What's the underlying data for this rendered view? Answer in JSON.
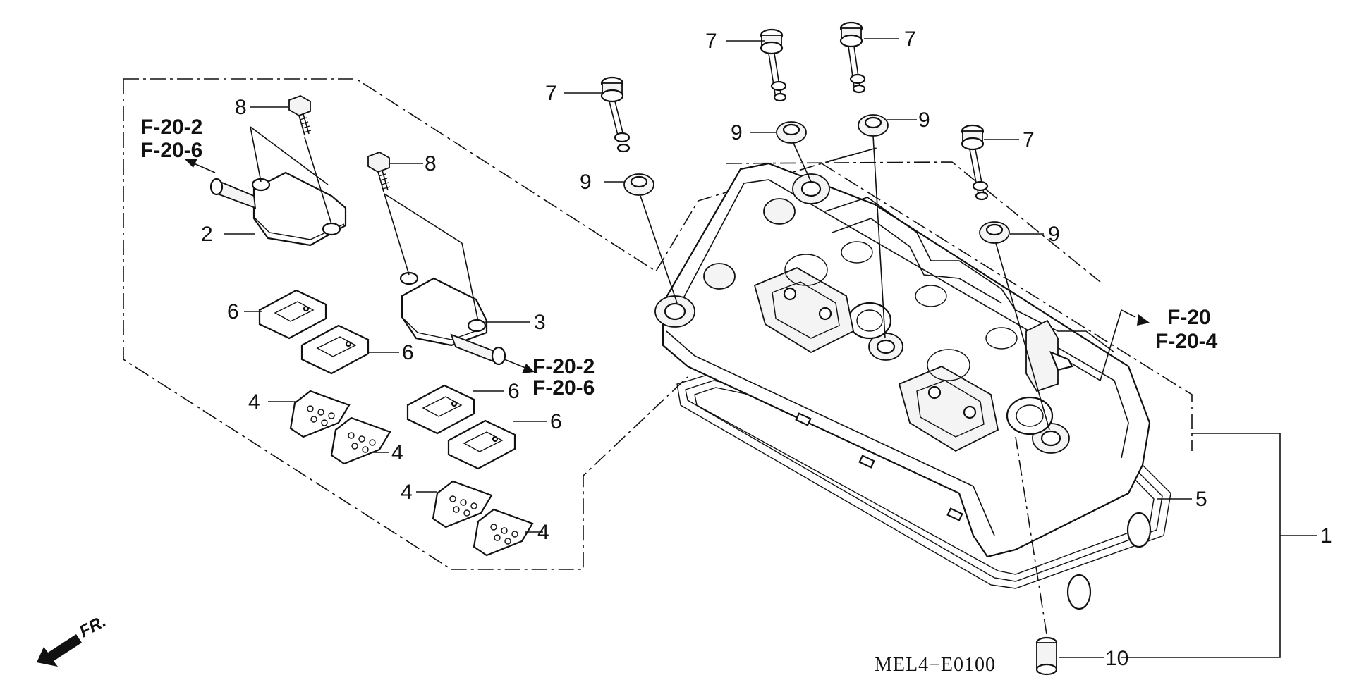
{
  "diagram_code": "MEL4−E0100",
  "front_label": "FR.",
  "references": {
    "upper_left_1": "F-20-2",
    "upper_left_2": "F-20-6",
    "middle_1": "F-20-2",
    "middle_2": "F-20-6",
    "right_1": "F-20",
    "right_2": "F-20-4"
  },
  "callouts": {
    "c7a": "7",
    "c7b": "7",
    "c7c": "7",
    "c7d": "7",
    "c9a": "9",
    "c9b": "9",
    "c9c": "9",
    "c9d": "9",
    "c8a": "8",
    "c8b": "8",
    "c2": "2",
    "c3": "3",
    "c6a": "6",
    "c6b": "6",
    "c6c": "6",
    "c6d": "6",
    "c4a": "4",
    "c4b": "4",
    "c4c": "4",
    "c4d": "4",
    "c5": "5",
    "c1": "1",
    "c10": "10"
  }
}
